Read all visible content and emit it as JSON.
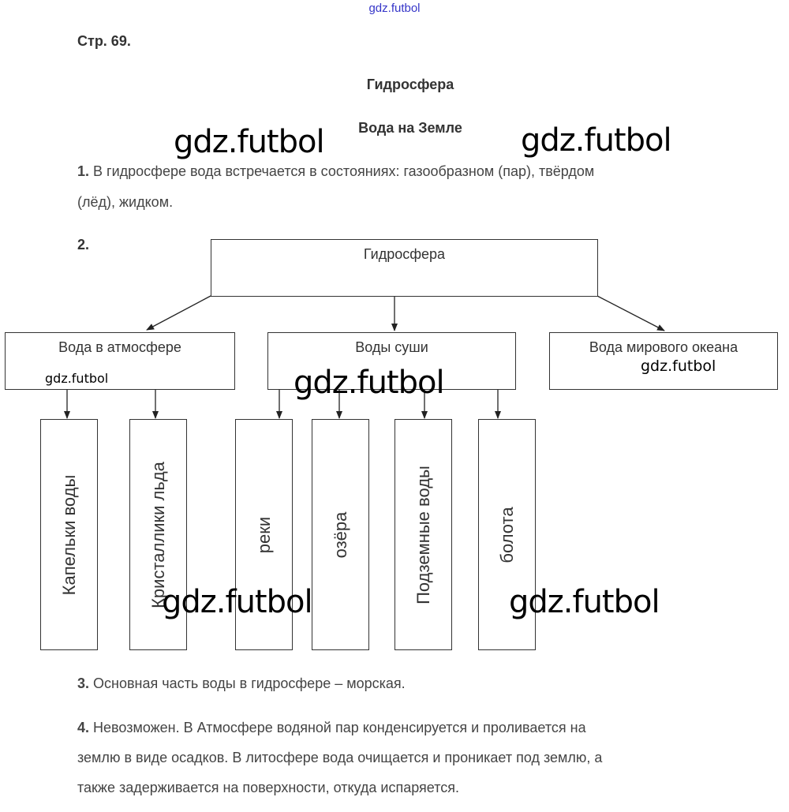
{
  "watermark_top": "gdz.futbol",
  "watermark": "gdz.futbol",
  "page_label": "Стр. 69.",
  "title": "Гидросфера",
  "subtitle": "Вода на Земле",
  "q1": {
    "num": "1.",
    "line1": " В гидросфере вода встречается в состояниях: газообразном (пар), твёрдом",
    "line2": "(лёд), жидком."
  },
  "q2": {
    "num": "2."
  },
  "diagram": {
    "root": "Гидросфера",
    "level2": [
      "Вода в атмосфере",
      "Воды суши",
      "Вода мирового океана"
    ],
    "level3": [
      "Капельки воды",
      "Кристаллики льда",
      "реки",
      "озёра",
      "Подземные воды",
      "болота"
    ]
  },
  "q3": {
    "num": "3.",
    "text": " Основная часть воды в гидросфере – морская."
  },
  "q4": {
    "num": "4.",
    "line1": " Невозможен. В Атмосфере водяной пар конденсируется и проливается на",
    "line2": "землю в виде осадков. В литосфере вода очищается и проникает под землю, а",
    "line3": "также задерживается на поверхности, откуда испаряется."
  }
}
